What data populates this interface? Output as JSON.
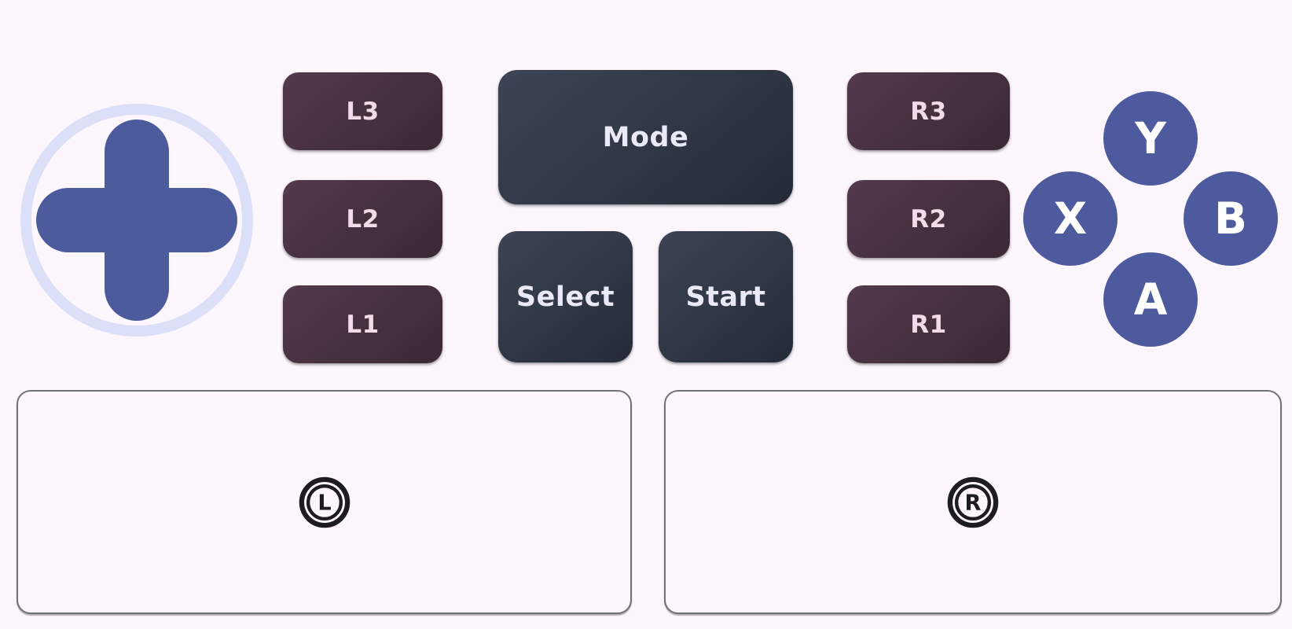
{
  "colors": {
    "background": "#fdf6fc",
    "dpad_cross": "#4c5b9b",
    "dpad_ring": "#dbe0f8",
    "trigger_button_gradient_start": "#533a4c",
    "trigger_button_gradient_end": "#3a2836",
    "trigger_button_text": "#f3dcea",
    "system_button_gradient_start": "#3c4455",
    "system_button_gradient_end": "#252b36",
    "system_button_text": "#e9eaf5",
    "face_button": "#4d5b9e",
    "face_button_text": "#ffffff",
    "stick_panel_border": "#71717a",
    "stick_icon": "#1c1c21"
  },
  "dpad": {
    "icon": "dpad-cross-icon"
  },
  "trigger_buttons": {
    "left": [
      {
        "label": "L3"
      },
      {
        "label": "L2"
      },
      {
        "label": "L1"
      }
    ],
    "right": [
      {
        "label": "R3"
      },
      {
        "label": "R2"
      },
      {
        "label": "R1"
      }
    ]
  },
  "system_buttons": {
    "mode": "Mode",
    "select": "Select",
    "start": "Start"
  },
  "face_buttons": {
    "y": "Y",
    "x": "X",
    "b": "B",
    "a": "A"
  },
  "sticks": {
    "left_label": "L",
    "right_label": "R"
  }
}
